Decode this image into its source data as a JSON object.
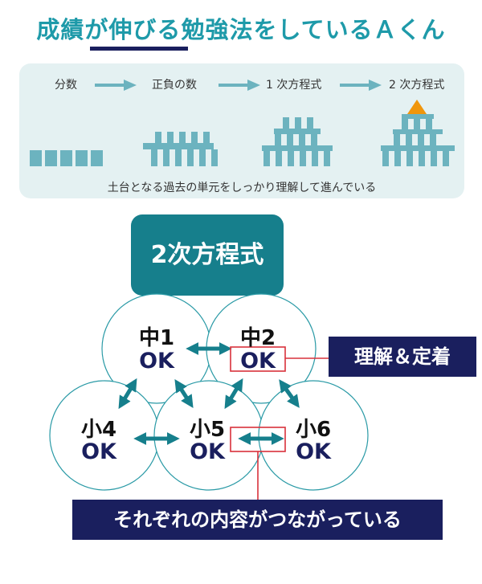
{
  "header": {
    "title_before": "成績が",
    "title_highlight": "伸びる",
    "title_after": "勉強法をしているＡくん"
  },
  "progression": {
    "steps": [
      "分数",
      "正負の数",
      "1 次方程式",
      "2 次方程式"
    ],
    "caption": "土台となる過去の単元をしっかり理解して進んでいる"
  },
  "main": {
    "goal_label": "2次方程式",
    "nodes": [
      {
        "title": "中1",
        "status": "OK"
      },
      {
        "title": "中2",
        "status": "OK"
      },
      {
        "title": "小4",
        "status": "OK"
      },
      {
        "title": "小5",
        "status": "OK"
      },
      {
        "title": "小6",
        "status": "OK"
      }
    ],
    "callout_understanding": "理解＆定着",
    "callout_connection": "それぞれの内容がつながっている"
  },
  "colors": {
    "teal": "#1e9aa9",
    "dark_teal": "#167f8c",
    "navy": "#1a1f5e",
    "block": "#6cb3bf",
    "triangle": "#f0960c",
    "red_box": "#d9313b"
  }
}
